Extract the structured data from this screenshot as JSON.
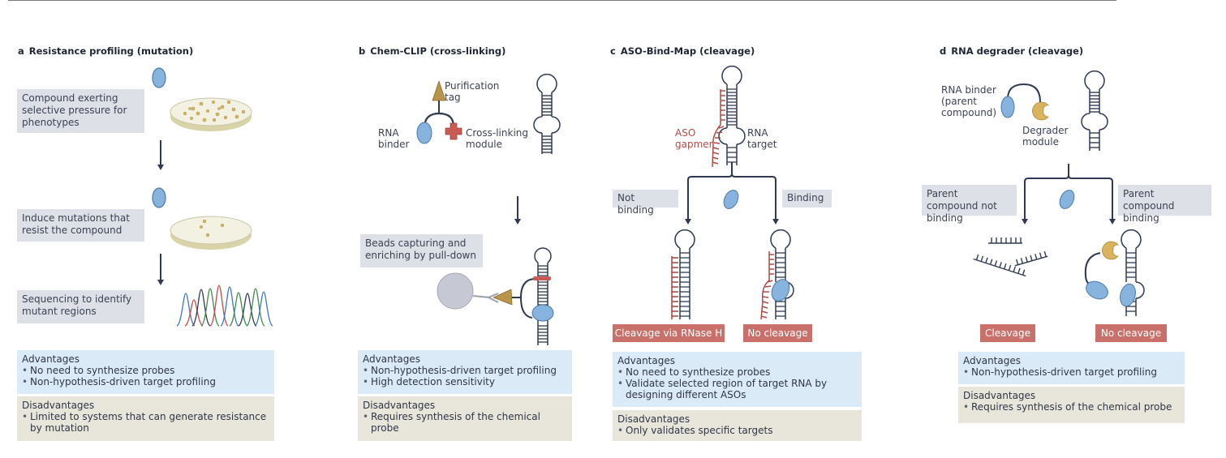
{
  "figure": {
    "panels": [
      {
        "letter": "a",
        "title": "Resistance profiling (mutation)",
        "steps": [
          "Compound exerting selective pressure for phenotypes",
          "Induce mutations that resist the compound",
          "Sequencing to identify mutant regions"
        ],
        "advantages_label": "Advantages",
        "advantages": [
          "No need to synthesize probes",
          "Non-hypothesis-driven target profiling"
        ],
        "disadvantages_label": "Disadvantages",
        "disadvantages": [
          "Limited to systems that can generate resistance by mutation"
        ]
      },
      {
        "letter": "b",
        "title": "Chem-CLIP (cross-linking)",
        "labels": {
          "purification_tag": "Purification tag",
          "rna_binder": "RNA binder",
          "cross_linking_module": "Cross-linking module"
        },
        "steps": [
          "Beads capturing and enriching by pull-down"
        ],
        "advantages_label": "Advantages",
        "advantages": [
          "Non-hypothesis-driven target profiling",
          "High detection sensitivity"
        ],
        "disadvantages_label": "Disadvantages",
        "disadvantages": [
          "Requires synthesis of the chemical probe"
        ]
      },
      {
        "letter": "c",
        "title": "ASO-Bind-Map (cleavage)",
        "labels": {
          "aso_gapmer": "ASO gapmer",
          "rna_target": "RNA target"
        },
        "branches": [
          "Not binding",
          "Binding"
        ],
        "outcomes": [
          "Cleavage via RNase H",
          "No cleavage"
        ],
        "advantages_label": "Advantages",
        "advantages": [
          "No need to synthesize probes",
          "Validate selected region of target RNA by designing different ASOs"
        ],
        "disadvantages_label": "Disadvantages",
        "disadvantages": [
          "Only validates specific targets"
        ]
      },
      {
        "letter": "d",
        "title": "RNA degrader (cleavage)",
        "labels": {
          "rna_binder": "RNA binder (parent compound)",
          "degrader_module": "Degrader module"
        },
        "branches": [
          "Parent compound not binding",
          "Parent compound binding"
        ],
        "outcomes": [
          "Cleavage",
          "No cleavage"
        ],
        "advantages_label": "Advantages",
        "advantages": [
          "Non-hypothesis-driven target profiling"
        ],
        "disadvantages_label": "Disadvantages",
        "disadvantages": [
          "Requires synthesis of the chemical probe"
        ]
      }
    ],
    "colors": {
      "rna_binder_blue": "#86b4de",
      "cross_linker_red": "#c95b55",
      "tag_gold": "#b8954a",
      "degrader_gold": "#d9b45c",
      "aso_red": "#b24a46",
      "bead_grey": "#c6c8d3",
      "outline_navy": "#2f3a52"
    }
  }
}
